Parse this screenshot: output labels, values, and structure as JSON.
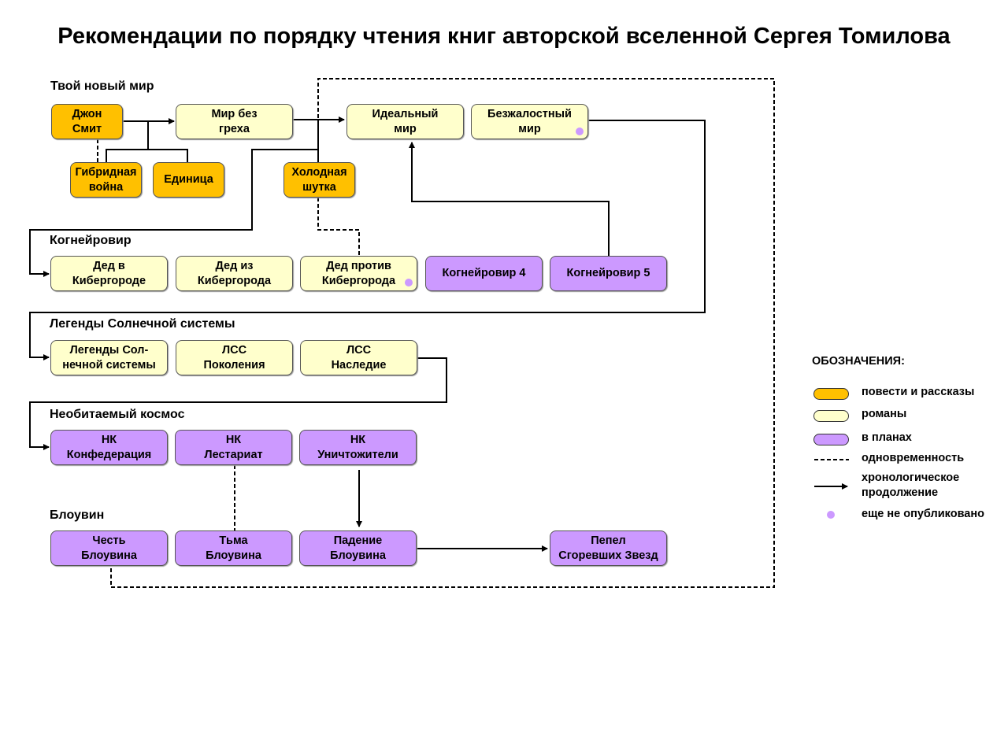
{
  "title": "Рекомендации по порядку чтения книг авторской вселенной Сергея Томилова",
  "sections": [
    "Твой новый мир",
    "Когнейровир",
    "Легенды Солнечной системы",
    "Необитаемый космос",
    "Блоувин"
  ],
  "books": {
    "john_smith": "Джон\nСмит",
    "mir_bez_greha": "Мир без\nгреха",
    "idealny_mir": "Идеальный\nмир",
    "bezzhalostny_mir": "Безжалостный\nмир",
    "gibridnaya_voina": "Гибридная\nвойна",
    "edinitsa": "Единица",
    "holodnaya_shutka": "Холодная\nшутка",
    "ded_v": "Дед в\nКибергороде",
    "ded_iz": "Дед из\nКибергорода",
    "ded_protiv": "Дед против\nКибергорода",
    "kogn4": "Когнейровир 4",
    "kogn5": "Когнейровир 5",
    "lss1": "Легенды Сол-\nнечной системы",
    "lss2": "ЛСС\nПоколения",
    "lss3": "ЛСС\nНаследие",
    "nk1": "НК\nКонфедерация",
    "nk2": "НК\nЛестариат",
    "nk3": "НК\nУничтожители",
    "bl1": "Честь\nБлоувина",
    "bl2": "Тьма\nБлоувина",
    "bl3": "Падение\nБлоувина",
    "bl4": "Пепел\nСгоревших Звезд"
  },
  "legend": {
    "heading": "ОБОЗНАЧЕНИЯ:",
    "stories": "повести и рассказы",
    "novels": "романы",
    "planned": "в планах",
    "simultaneous": "одновременность",
    "continuation": "хронологическое\nпродолжение",
    "unpublished": "еще не опубликовано"
  },
  "colors": {
    "stories": "#FFC000",
    "novels": "#FFFFCC",
    "planned": "#CC99FF"
  }
}
